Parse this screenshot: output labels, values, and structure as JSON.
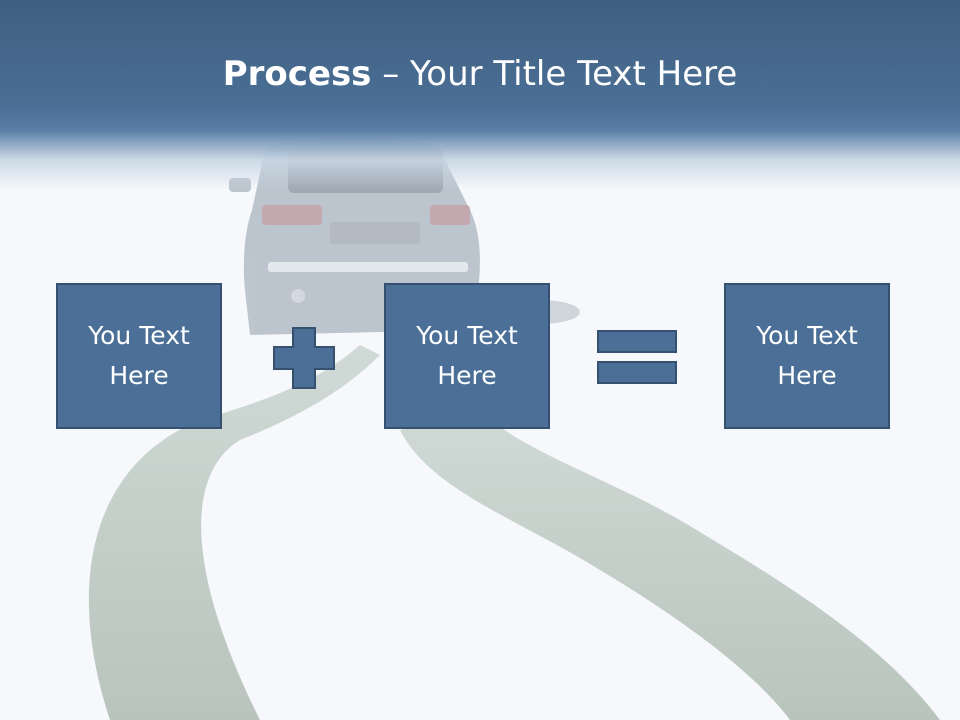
{
  "slide": {
    "title_bold": "Process",
    "title_rest": " – Your Title Text Here"
  },
  "boxes": [
    {
      "label": "You Text Here"
    },
    {
      "label": "You Text Here"
    },
    {
      "label": "You Text Here"
    }
  ],
  "operators": {
    "plus_icon": "plus-icon",
    "equals_icon": "equals-icon"
  },
  "colors": {
    "header": "#4b6f96",
    "box_fill": "#4b6f96",
    "box_border": "#35516f",
    "text": "#ffffff",
    "background": "#f6f8fb"
  }
}
